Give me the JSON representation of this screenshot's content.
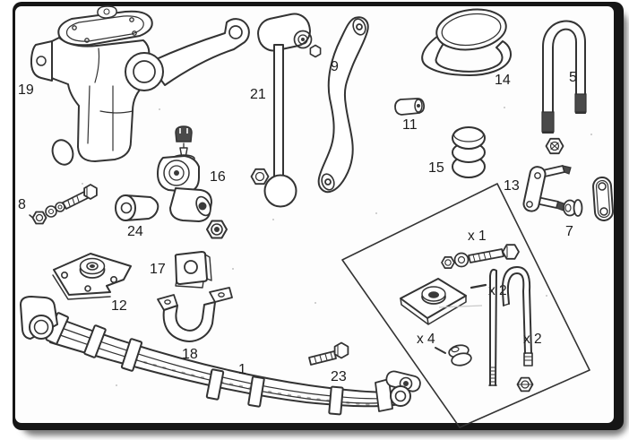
{
  "figure": {
    "type_hint": "exploded-parts-diagram",
    "labels": {
      "p19": "19",
      "p8": "8",
      "p24": "24",
      "p16": "16",
      "p21": "21",
      "p9": "9",
      "p11": "11",
      "p14": "14",
      "p5": "5",
      "p15": "15",
      "p13": "13",
      "p7": "7",
      "p12": "12",
      "p17": "17",
      "p18": "18",
      "p1": "1",
      "p23": "23",
      "kit_x1": "x 1",
      "kit_x2_rod": "x 2",
      "kit_x2_jbolt": "x 2",
      "kit_x4_clip": "x 4"
    },
    "colors": {
      "page_background": "#fdfdfd",
      "frame": "#161616",
      "drawing_line": "#333333",
      "shadow": "#7a7a7a",
      "label_text": "#1c1c1c"
    }
  }
}
